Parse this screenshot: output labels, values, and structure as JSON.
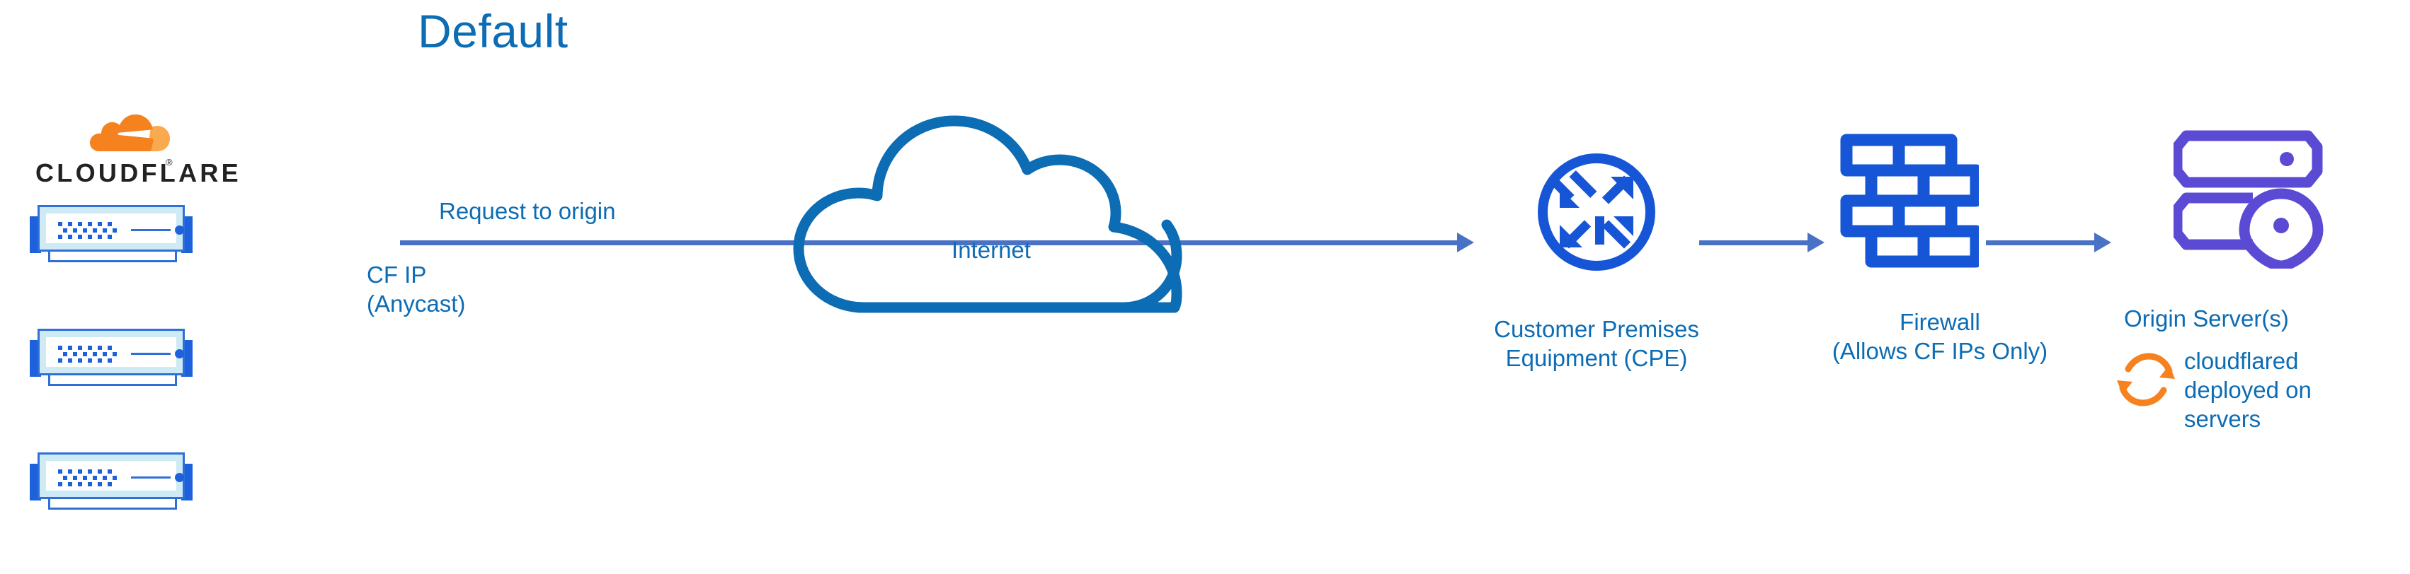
{
  "title": "Default",
  "colors": {
    "title_blue": "#0c6cb4",
    "label_blue": "#0c6cb4",
    "arrow_blue": "#4a72c4",
    "node_blue": "#1656d6",
    "cloud_outline_blue": "#0c6cb4",
    "server_frame_blue": "#2f6fd8",
    "server_fill_blue": "#cdeaf5",
    "origin_purple": "#5b4bd4",
    "cloudflare_orange": "#f6821f",
    "cloudflare_orange_light": "#f9a94f",
    "wordmark_black": "#222222"
  },
  "logo": {
    "mark_name": "cloudflare-cloud-mark",
    "wordmark": "CLOUDFLARE",
    "registered_mark": "®"
  },
  "servers": {
    "group_name": "cloudflare-edge-servers",
    "count": 3,
    "led_rows": [
      6,
      7,
      6
    ]
  },
  "flow": {
    "request_label": "Request to origin",
    "cf_ip_label": "CF IP\n(Anycast)"
  },
  "nodes": {
    "internet": {
      "label": "Internet",
      "icon": "cloud-outline-icon"
    },
    "cpe": {
      "label": "Customer Premises\nEquipment (CPE)",
      "icon": "router-circle-arrows-icon"
    },
    "firewall": {
      "label": "Firewall\n(Allows CF IPs Only)",
      "icon": "brick-wall-icon"
    },
    "origin": {
      "label": "Origin Server(s)",
      "icon": "server-rack-location-pin-icon"
    }
  },
  "cloudflared": {
    "icon": "refresh-sync-arrows-icon",
    "text": "cloudflared\ndeployed on\nservers"
  }
}
